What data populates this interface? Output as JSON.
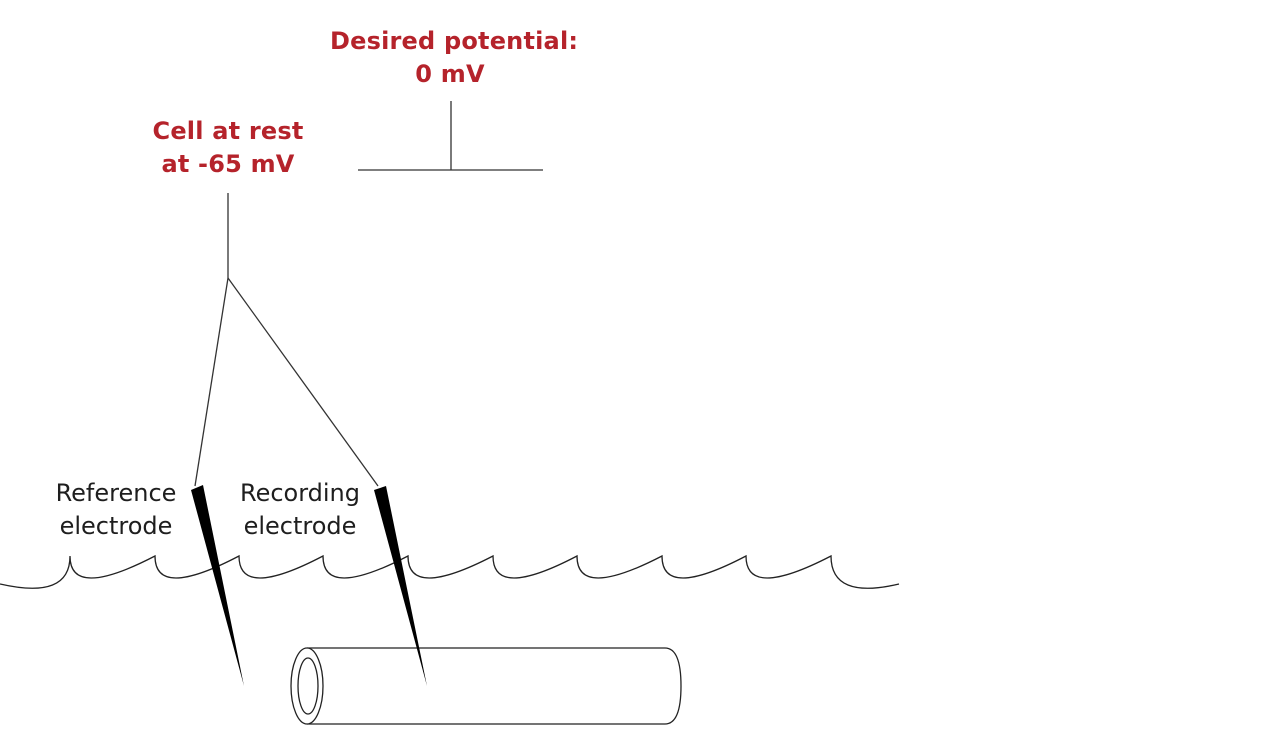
{
  "labels": {
    "desired_potential": {
      "line1": "Desired potential:",
      "line2": "0 mV"
    },
    "cell_at_rest": {
      "line1": "Cell at rest",
      "line2": "at -65 mV"
    },
    "reference_electrode": {
      "line1": "Reference",
      "line2": "electrode"
    },
    "recording_electrode": {
      "line1": "Recording",
      "line2": "electrode"
    }
  },
  "colors": {
    "label_red": "#b5232b",
    "label_dark": "#1e1e1e",
    "line": "#333333",
    "electrode": "#000000"
  }
}
